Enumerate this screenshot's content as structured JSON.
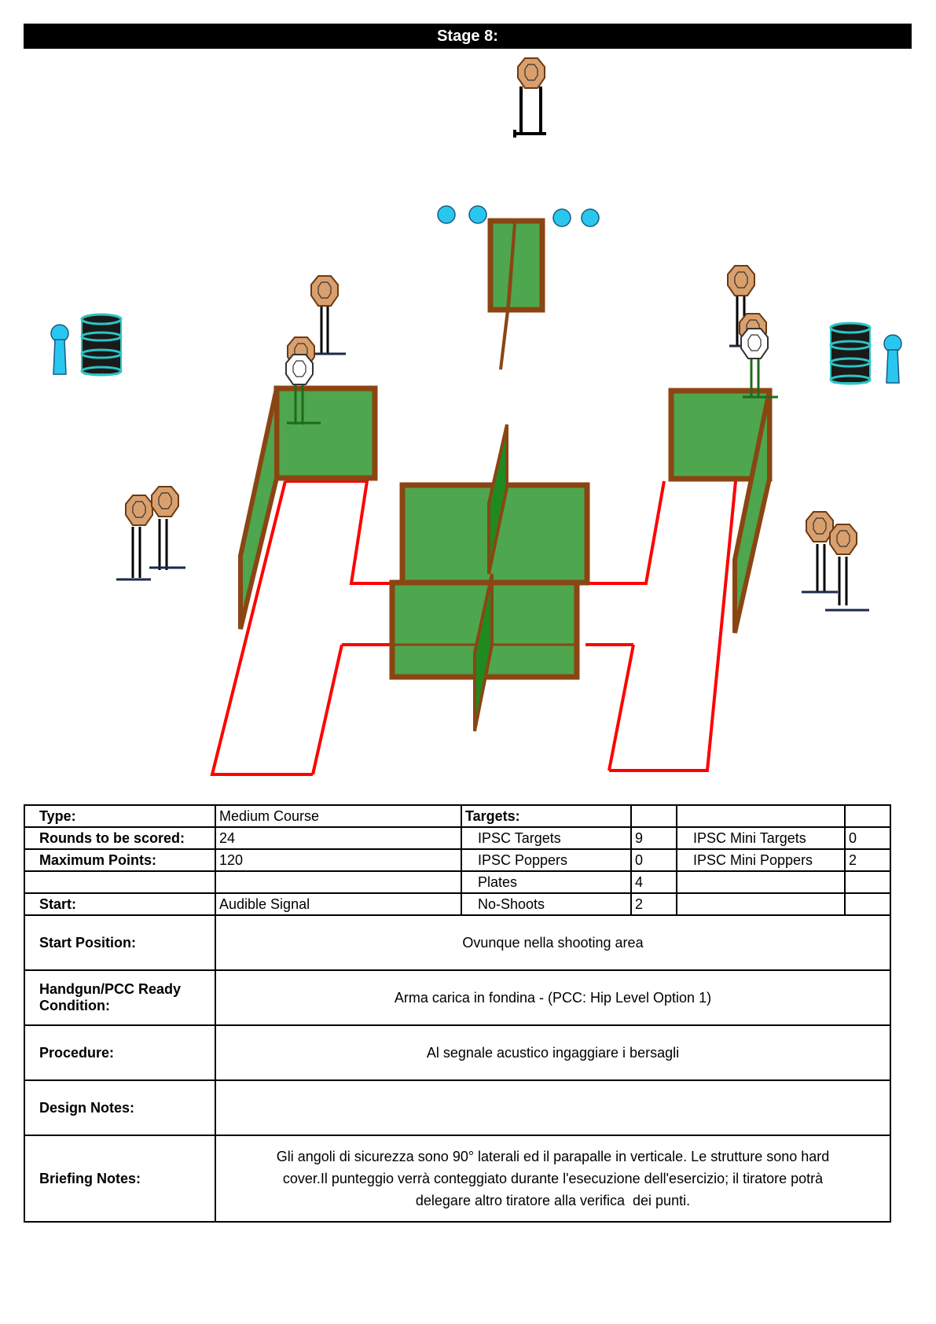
{
  "title": "Stage 8:",
  "colors": {
    "cover_fill": "#4ea64e",
    "cover_stroke": "#8b4513",
    "fault_line": "#ff0000",
    "target_fill": "#d9a06e",
    "noshoot_fill": "#ffffff",
    "plate_fill": "#29c7f0",
    "barrel_fill": "#1a1a1a",
    "barrel_band": "#2ec4c4"
  },
  "icons": {
    "ipsc_target": "brown-octagon-target-icon",
    "no_shoot": "white-octagon-no-shoot-icon",
    "plate": "blue-circle-plate-icon",
    "mini_popper": "blue-popper-icon",
    "barrel": "barrel-icon",
    "wall": "green-wall-icon"
  },
  "info": {
    "type_label": "Type:",
    "type_value": "Medium Course",
    "targets_label": "Targets:",
    "rounds_label": "Rounds to be scored:",
    "rounds_value": "24",
    "max_points_label": "Maximum Points:",
    "max_points_value": "120",
    "start_label": "Start:",
    "start_value": "Audible Signal",
    "ipsc_targets_label": "IPSC Targets",
    "ipsc_targets_value": "9",
    "ipsc_poppers_label": "IPSC Poppers",
    "ipsc_poppers_value": "0",
    "plates_label": "Plates",
    "plates_value": "4",
    "no_shoots_label": "No-Shoots",
    "no_shoots_value": "2",
    "mini_targets_label": "IPSC Mini Targets",
    "mini_targets_value": "0",
    "mini_poppers_label": "IPSC Mini Poppers",
    "mini_poppers_value": "2",
    "start_position_label": "Start Position:",
    "start_position_value": "Ovunque nella shooting area",
    "ready_label_1": "Handgun/PCC Ready",
    "ready_label_2": "Condition:",
    "ready_value": "Arma carica in fondina - (PCC: Hip Level Option 1)",
    "procedure_label": "Procedure:",
    "procedure_value": "Al segnale acustico ingaggiare i bersagli",
    "design_notes_label": "Design Notes:",
    "design_notes_value": "",
    "briefing_label": "Briefing Notes:",
    "briefing_line_1": "Gli angoli di sicurezza sono 90° laterali ed il parapalle in verticale. Le strutture sono hard",
    "briefing_line_2": "cover.Il punteggio verrà conteggiato durante l'esecuzione dell'esercizio; il tiratore potrà",
    "briefing_line_3": "delegare altro tiratore alla verifica  dei punti."
  }
}
